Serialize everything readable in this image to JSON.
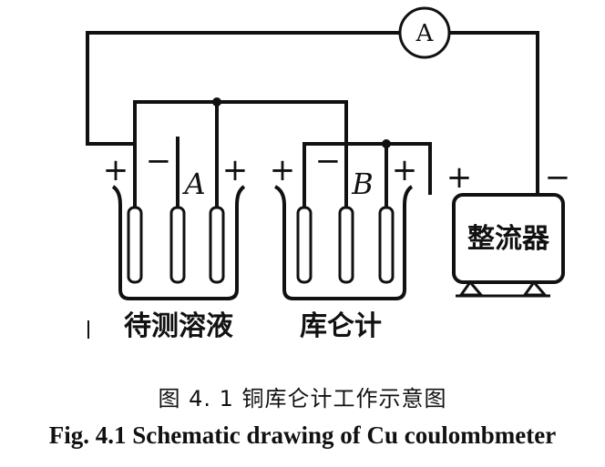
{
  "meter": {
    "label": "A"
  },
  "cells": {
    "test_cell": {
      "letter": "A",
      "label": "待测溶液",
      "signs": [
        "+",
        "−",
        "+"
      ]
    },
    "coulometer_cell": {
      "letter": "B",
      "label": "库仑计",
      "signs": [
        "+",
        "−",
        "+"
      ]
    }
  },
  "rectifier": {
    "label": "整流器",
    "plus": "+",
    "minus": "−"
  },
  "caption": {
    "chinese": "图 4. 1  铜库仑计工作示意图",
    "english": "Fig. 4.1 Schematic drawing of Cu coulombmeter"
  }
}
